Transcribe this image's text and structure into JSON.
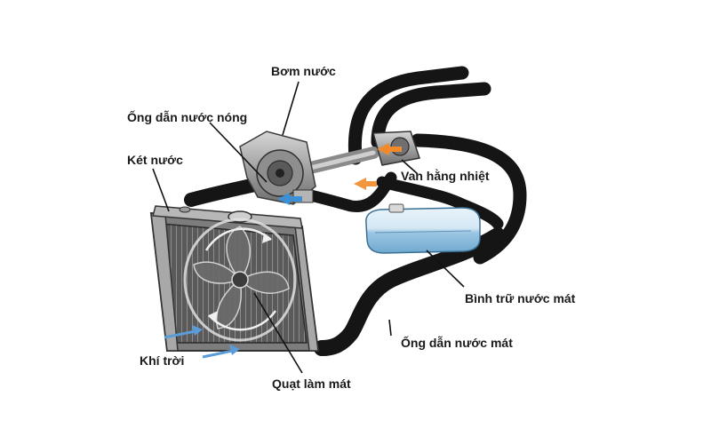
{
  "diagram": {
    "labels": {
      "water_pump": "Bơm nước",
      "hot_water_pipe": "Ống dẫn nước nóng",
      "radiator": "Két nước",
      "thermostat": "Van hằng nhiệt",
      "coolant_reservoir": "Bình trữ nước mát",
      "cool_water_pipe": "Ống dẫn nước mát",
      "air": "Khí trời",
      "cooling_fan": "Quạt làm mát"
    },
    "colors": {
      "hose": "#151515",
      "radiator_frame": "#8c8c8c",
      "radiator_core": "#4a4a4a",
      "reservoir": "#a9cfe6",
      "pump_metal": "#9a9a9a",
      "hot_flow_arrow": "#f08a2a",
      "cold_flow_arrow": "#3d8fd6",
      "air_arrow": "#5a9bd8",
      "leader_line": "#111111"
    }
  }
}
